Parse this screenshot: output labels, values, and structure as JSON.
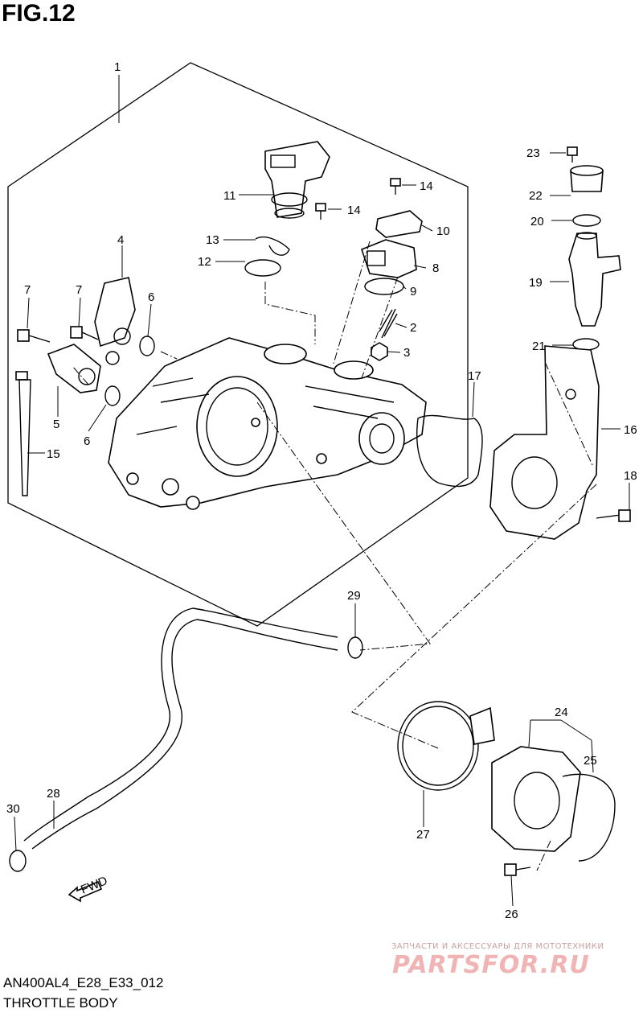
{
  "header": {
    "figure_label": "FIG.12"
  },
  "footer": {
    "model_code": "AN400AL4_E28_E33_012",
    "section_title": "THROTTLE BODY"
  },
  "watermark": {
    "tagline": "ЗАПЧАСТИ И АКСЕССУАРЫ ДЛЯ МОТОТЕХНИКИ",
    "brand": "PARTSFOR.RU"
  },
  "direction_marker": {
    "text": "FWD"
  },
  "callouts": [
    "1",
    "2",
    "3",
    "4",
    "5",
    "6",
    "6",
    "7",
    "7",
    "8",
    "9",
    "10",
    "11",
    "12",
    "13",
    "14",
    "14",
    "15",
    "16",
    "17",
    "18",
    "19",
    "20",
    "21",
    "22",
    "23",
    "24",
    "25",
    "26",
    "27",
    "28",
    "29",
    "30"
  ],
  "colors": {
    "ink": "#000000",
    "watermark": "#f0b4b4"
  }
}
